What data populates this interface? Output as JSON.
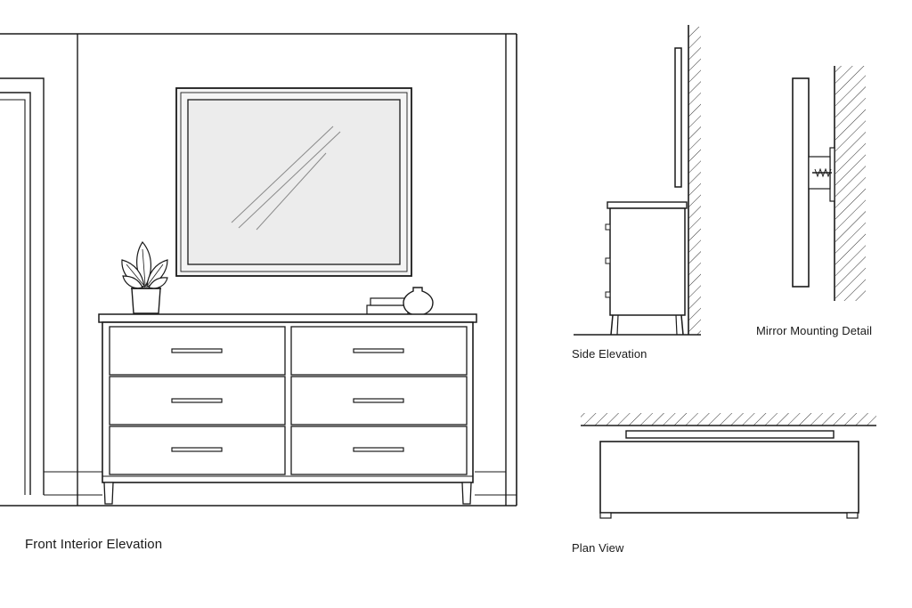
{
  "labels": {
    "front": "Front Interior Elevation",
    "side": "Side Elevation",
    "mount": "Mirror Mounting Detail",
    "plan": "Plan View"
  },
  "colors": {
    "line": "#1a1a1a",
    "mirror_glass": "#ececec",
    "mirror_frame": "#f4f4f4",
    "background": "#ffffff"
  }
}
